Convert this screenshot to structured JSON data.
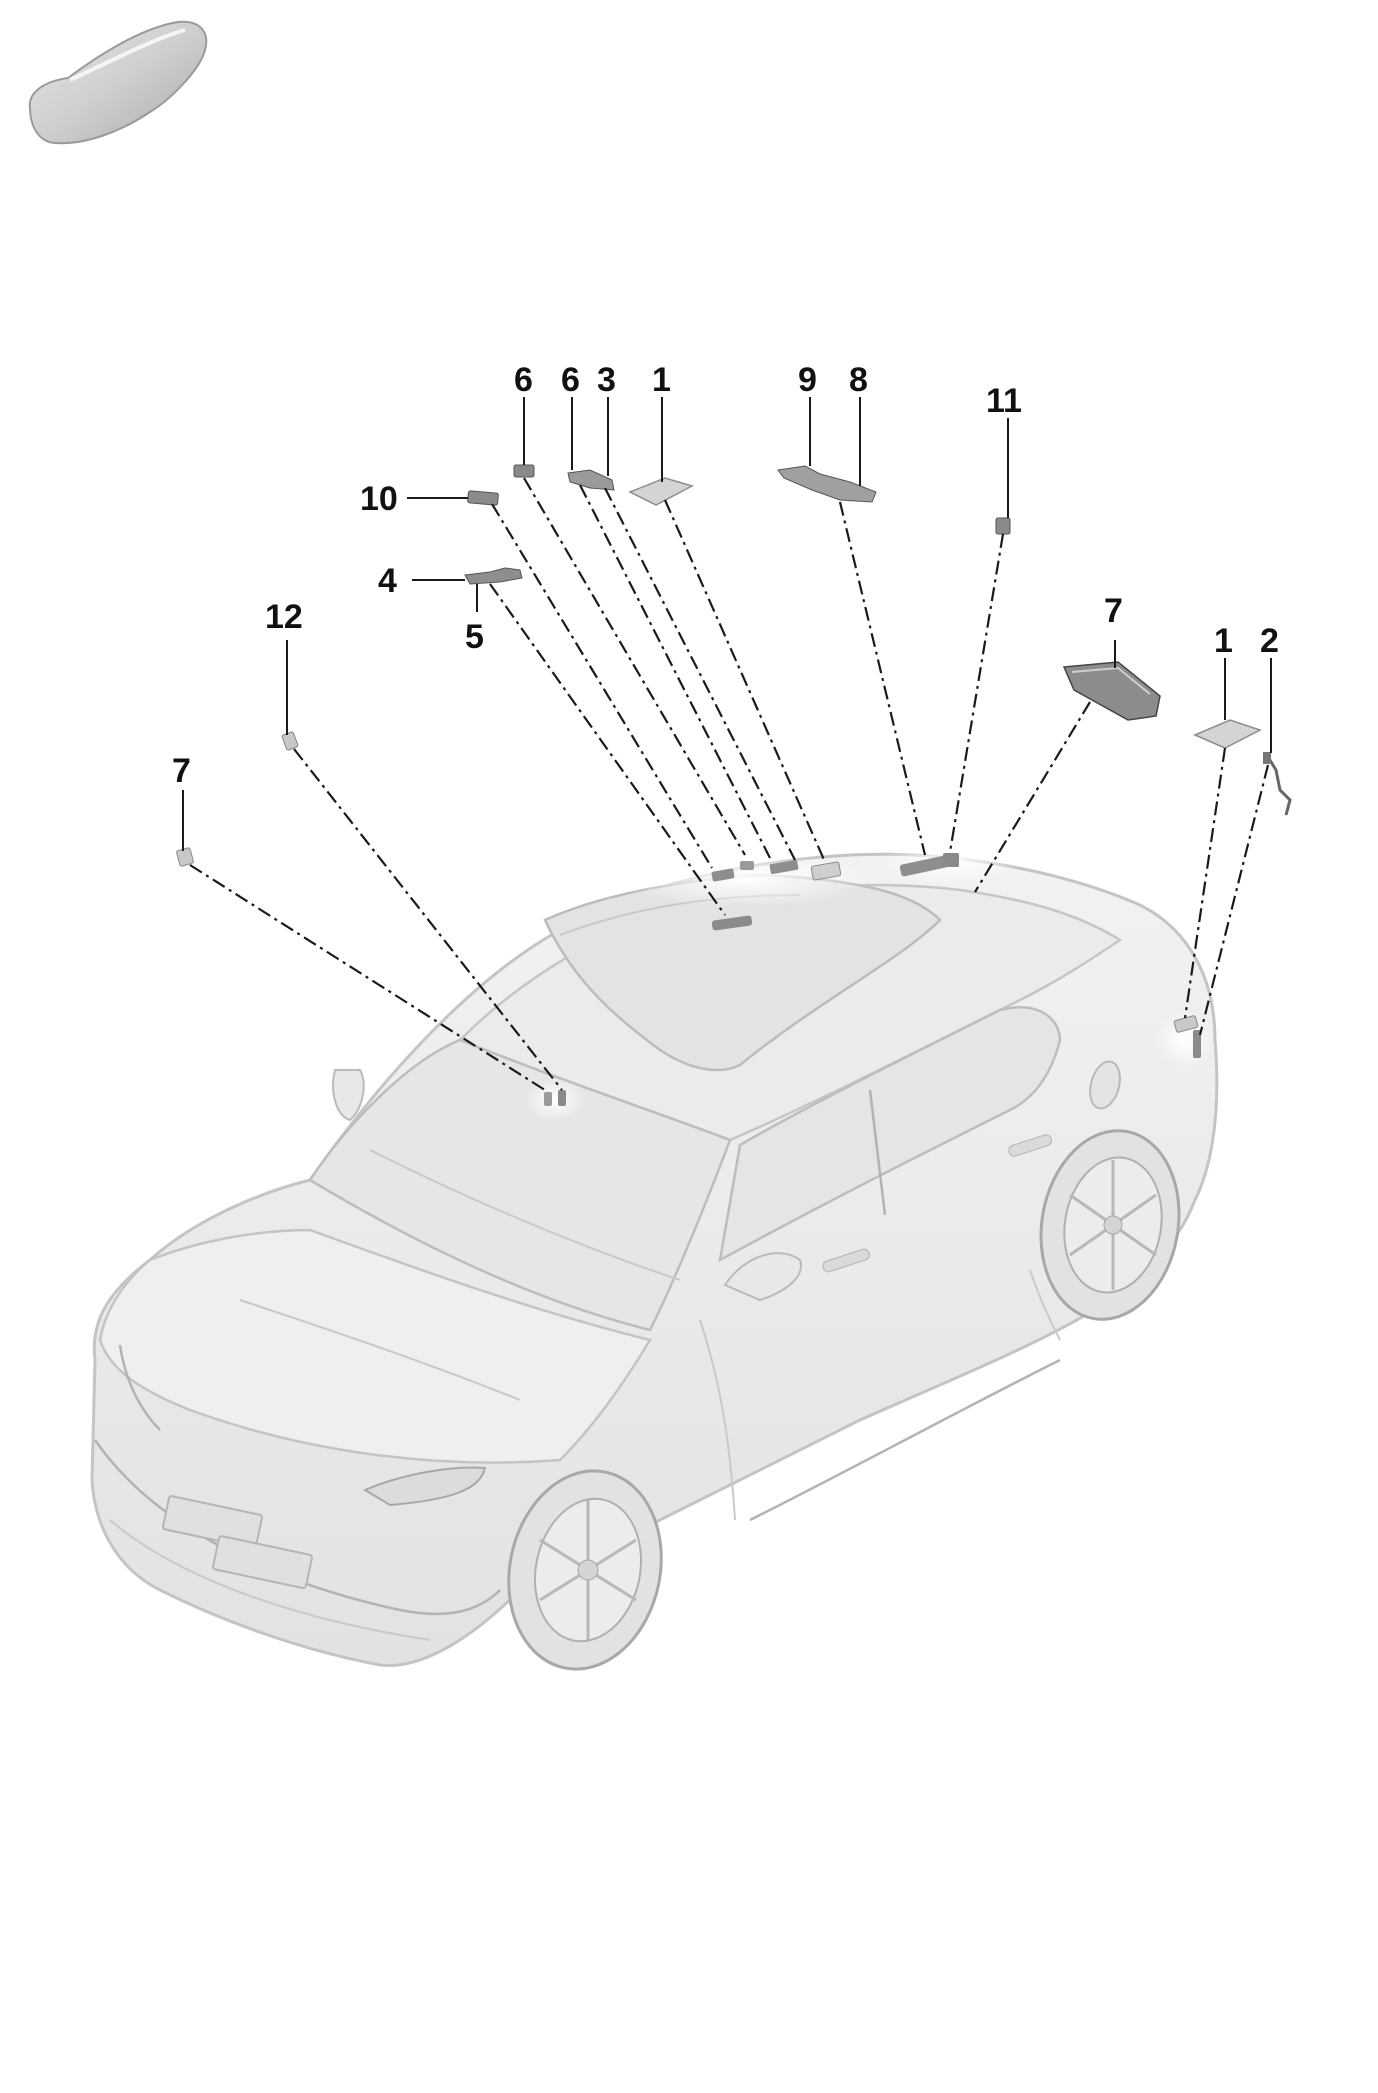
{
  "callouts": [
    {
      "id": "c6a",
      "label": "6"
    },
    {
      "id": "c6b",
      "label": "6"
    },
    {
      "id": "c3",
      "label": "3"
    },
    {
      "id": "c1a",
      "label": "1"
    },
    {
      "id": "c9",
      "label": "9"
    },
    {
      "id": "c8",
      "label": "8"
    },
    {
      "id": "c11",
      "label": "11"
    },
    {
      "id": "c10",
      "label": "10"
    },
    {
      "id": "c4",
      "label": "4"
    },
    {
      "id": "c5",
      "label": "5"
    },
    {
      "id": "c12",
      "label": "12"
    },
    {
      "id": "c7a",
      "label": "7"
    },
    {
      "id": "c7b",
      "label": "7"
    },
    {
      "id": "c1b",
      "label": "1"
    },
    {
      "id": "c2",
      "label": "2"
    }
  ],
  "colors": {
    "car_body": "#eeeeee",
    "car_outline": "#c4c4c4",
    "thumbnail": "#cfcfcf",
    "part": "#8a8a8a",
    "line": "#1a1a1a"
  }
}
